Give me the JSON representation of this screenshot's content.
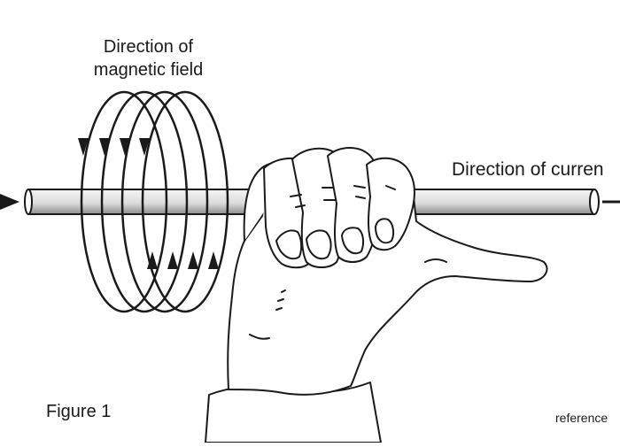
{
  "labels": {
    "field_line1": "Direction of",
    "field_line2": "magnetic field",
    "current": "Direction of curren",
    "figure": "Figure 1",
    "reference": "reference"
  },
  "colors": {
    "ink": "#1a1a1a",
    "wire_fill": "#e8e8e8",
    "wire_shade": "#9a9a9a",
    "background": "#ffffff"
  },
  "icons": {
    "field_arrow": "arrowhead-icon",
    "current_arrow": "arrow-right-icon"
  }
}
